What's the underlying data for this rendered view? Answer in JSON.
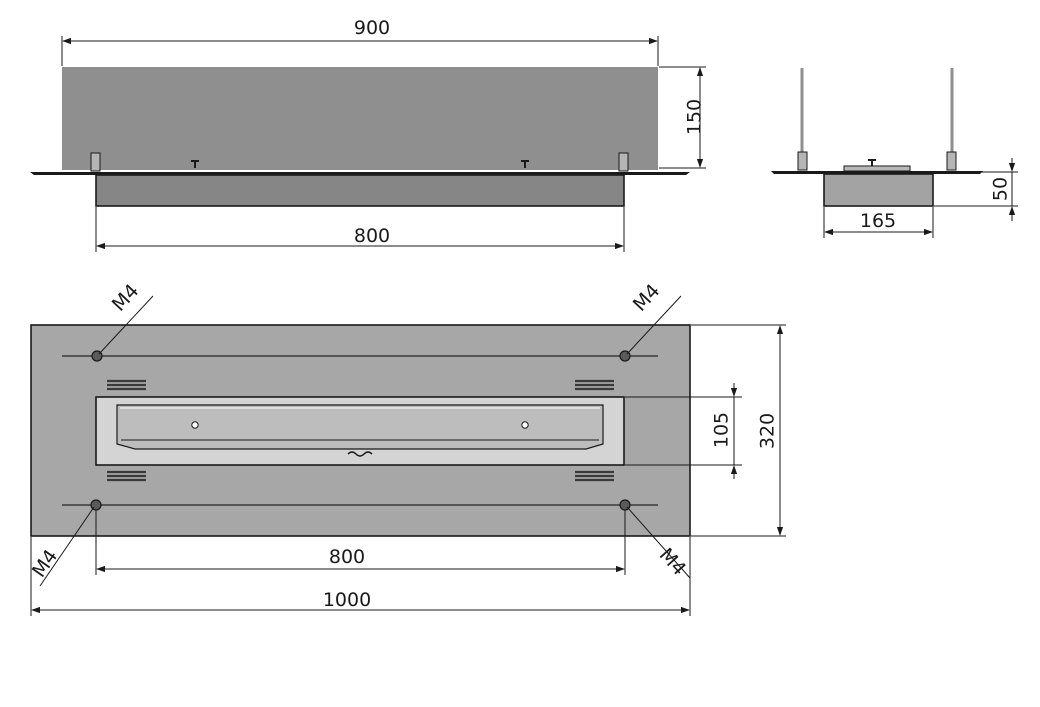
{
  "front_view": {
    "glass_width": "900",
    "glass_height": "150",
    "burner_width": "800"
  },
  "side_view": {
    "box_depth": "50",
    "box_width": "165"
  },
  "top_view": {
    "burner_width": "800",
    "plate_width": "1000",
    "plate_depth": "320",
    "opening_depth": "105",
    "thread_labels": [
      "M4",
      "M4",
      "M4",
      "M4"
    ]
  },
  "colors": {
    "glass": "#8f8f8f",
    "plate": "#a7a7a7",
    "burner_body": "#868686",
    "side_box": "#a3a3a3",
    "opening_frame": "#d4d4d4",
    "insert": "#bdbdbd",
    "line": "#1a1a1a"
  }
}
